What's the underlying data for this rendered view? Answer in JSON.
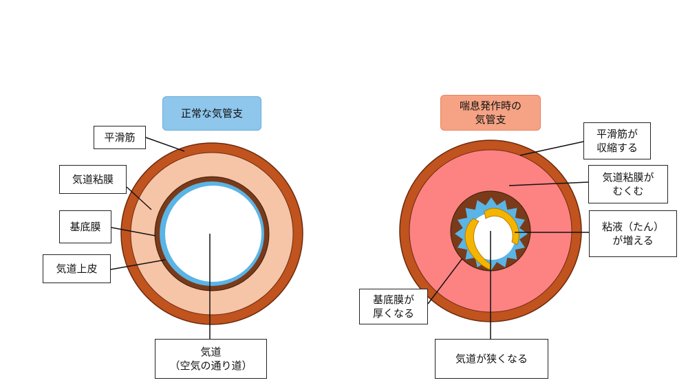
{
  "normal": {
    "title": "正常な気管支",
    "labels": {
      "smooth_muscle": "平滑筋",
      "mucosa": "気道粘膜",
      "basement_membrane": "基底膜",
      "epithelium": "気道上皮",
      "airway_line1": "気道",
      "airway_line2": "（空気の通り道）"
    }
  },
  "asthma": {
    "title_line1": "喘息発作時の",
    "title_line2": "気管支",
    "labels": {
      "smooth_muscle_line1": "平滑筋が",
      "smooth_muscle_line2": "収縮する",
      "mucosa_line1": "気道粘膜が",
      "mucosa_line2": "むくむ",
      "mucus_line1": "粘液（たん）",
      "mucus_line2": "が増える",
      "basement_line1": "基底膜が",
      "basement_line2": "厚くなる",
      "airway": "気道が狭くなる"
    }
  },
  "colors": {
    "muscle": "#c0531e",
    "mucosa_normal": "#f6c4a6",
    "mucosa_swollen": "#fd8282",
    "basement": "#7a3b1a",
    "epithelium": "#5ab4e6",
    "mucus": "#f5b400",
    "title_normal": "#8ec6ec",
    "title_asthma": "#f5a384"
  }
}
